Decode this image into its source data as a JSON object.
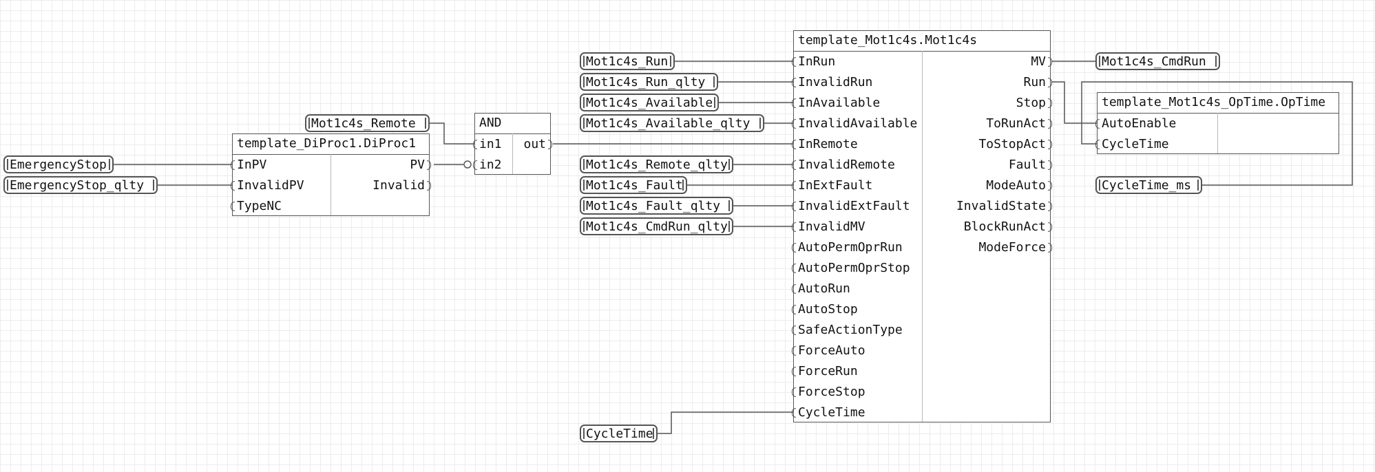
{
  "blocks": {
    "diproc": {
      "title": "template_DiProc1.DiProc1",
      "inputs": [
        "InPV",
        "InvalidPV",
        "TypeNC"
      ],
      "outputs": [
        "PV",
        "Invalid"
      ]
    },
    "and": {
      "title": "AND",
      "inputs": [
        "in1",
        "in2"
      ],
      "outputs": [
        "out"
      ]
    },
    "mot": {
      "title": "template_Mot1c4s.Mot1c4s",
      "inputs": [
        "InRun",
        "InvalidRun",
        "InAvailable",
        "InvalidAvailable",
        "InRemote",
        "InvalidRemote",
        "InExtFault",
        "InvalidExtFault",
        "InvalidMV",
        "AutoPermOprRun",
        "AutoPermOprStop",
        "AutoRun",
        "AutoStop",
        "SafeActionType",
        "ForceAuto",
        "ForceRun",
        "ForceStop",
        "CycleTime"
      ],
      "outputs": [
        "MV",
        "Run",
        "Stop",
        "ToRunAct",
        "ToStopAct",
        "Fault",
        "ModeAuto",
        "InvalidState",
        "BlockRunAct",
        "ModeForce"
      ]
    },
    "optime": {
      "title": "template_Mot1c4s_OpTime.OpTime",
      "inputs": [
        "AutoEnable",
        "CycleTime"
      ],
      "outputs": []
    }
  },
  "variables": {
    "emergency_stop": "EmergencyStop",
    "emergency_stop_qlty": "EmergencyStop_qlty",
    "remote": "Mot1c4s_Remote",
    "run": "Mot1c4s_Run",
    "run_qlty": "Mot1c4s_Run_qlty",
    "available": "Mot1c4s_Available",
    "available_qlty": "Mot1c4s_Available_qlty",
    "remote_qlty": "Mot1c4s_Remote_qlty",
    "fault": "Mot1c4s_Fault",
    "fault_qlty": "Mot1c4s_Fault_qlty",
    "cmdrun_qlty": "Mot1c4s_CmdRun_qlty",
    "cycle_time": "CycleTime",
    "cmdrun": "Mot1c4s_CmdRun",
    "cycle_time_ms": "CycleTime_ms"
  }
}
